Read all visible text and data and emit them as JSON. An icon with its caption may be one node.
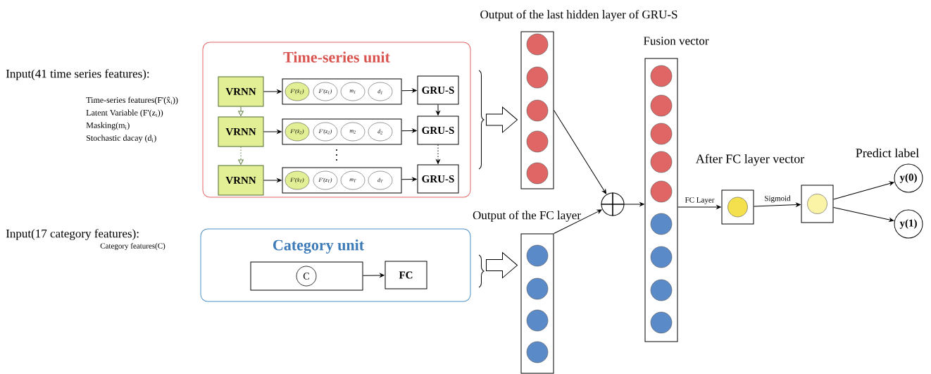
{
  "diagram": {
    "nodes": [
      {
        "text": [
          "Time-series unit"
        ]
      },
      {
        "text": [
          "VRNN"
        ],
        "in": 0
      },
      {
        "text": [],
        "shape": "box",
        "in": 0
      },
      {
        "text": [
          "F'(x̂$_{1}$)"
        ],
        "in": 2
      },
      {
        "text": [
          "F'(z$_{1}$)"
        ],
        "in": 2
      },
      {
        "text": [
          "m$_{1}$"
        ],
        "in": 2
      },
      {
        "text": [
          "d$_{1}$"
        ],
        "in": 2
      },
      {
        "text": [
          "GRU-S"
        ],
        "in": 0
      },
      {
        "text": [
          "VRNN"
        ],
        "in": 0
      },
      {
        "text": [],
        "shape": "box",
        "in": 0
      },
      {
        "text": [
          "F'(x̂$_{2}$)"
        ],
        "in": 9
      },
      {
        "text": [
          "F'(z$_{2}$)"
        ],
        "in": 9
      },
      {
        "text": [
          "m$_{2}$"
        ],
        "in": 9
      },
      {
        "text": [
          "d$_{2}$"
        ],
        "in": 9
      },
      {
        "text": [
          "GRU-S"
        ],
        "in": 0
      },
      {
        "text": [
          "VRNN"
        ],
        "in": 0
      },
      {
        "text": [],
        "shape": "box",
        "in": 0
      },
      {
        "text": [
          "F'(x̂$_{T}$)"
        ],
        "in": 16
      },
      {
        "text": [
          "F'(z$_{T}$)"
        ],
        "in": 16
      },
      {
        "text": [
          "m$_{T}$"
        ],
        "in": 16
      },
      {
        "text": [
          "d$_{T}$"
        ],
        "in": 16
      },
      {
        "text": [
          "GRU-S"
        ],
        "in": 0
      },
      {
        "text": [
          "Category unit"
        ]
      },
      {
        "text": [],
        "shape": "box",
        "in": 22
      },
      {
        "text": [
          "C"
        ],
        "in": 23
      },
      {
        "text": [
          "FC"
        ],
        "in": 22
      },
      {
        "text": [
          "Output of the last hidden layer of GRU-S"
        ]
      },
      {
        "text": [],
        "shape": "circle",
        "in": 26
      },
      {
        "text": [],
        "shape": "circle",
        "in": 26
      },
      {
        "text": [],
        "shape": "circle",
        "in": 26
      },
      {
        "text": [],
        "shape": "circle",
        "in": 26
      },
      {
        "text": [],
        "shape": "circle",
        "in": 26
      },
      {
        "text": [
          "Output of the FC layer"
        ]
      },
      {
        "text": [],
        "shape": "circle",
        "in": 32
      },
      {
        "text": [],
        "shape": "circle",
        "in": 32
      },
      {
        "text": [],
        "shape": "circle",
        "in": 32
      },
      {
        "text": [],
        "shape": "circle",
        "in": 32
      },
      {
        "text": [],
        "shape": "circle"
      },
      {
        "text": [
          "Fusion vector"
        ]
      },
      {
        "text": [],
        "shape": "circle",
        "in": 38
      },
      {
        "text": [],
        "shape": "circle",
        "in": 38
      },
      {
        "text": [],
        "shape": "circle",
        "in": 38
      },
      {
        "text": [],
        "shape": "circle",
        "in": 38
      },
      {
        "text": [],
        "shape": "circle",
        "in": 38
      },
      {
        "text": [],
        "shape": "circle",
        "in": 38
      },
      {
        "text": [],
        "shape": "circle",
        "in": 38
      },
      {
        "text": [],
        "shape": "circle",
        "in": 38
      },
      {
        "text": [],
        "shape": "circle",
        "in": 38
      },
      {
        "text": [
          "After FC layer vector"
        ]
      },
      {
        "text": [],
        "shape": "circle",
        "in": 48
      },
      {
        "text": [],
        "shape": "box"
      },
      {
        "text": [],
        "shape": "circle",
        "in": 50
      },
      {
        "text": [
          "y(0)"
        ],
        "beside": [
          "Predict label"
        ]
      },
      {
        "text": [
          "y(1)"
        ]
      }
    ],
    "edges": [
      {
        "from": 1,
        "to": 2,
        "arrow": "to"
      },
      {
        "from": 2,
        "to": 7,
        "arrow": "to"
      },
      {
        "from": 1,
        "to": 8,
        "arrow": "to",
        "color": "#5e7d3c"
      },
      {
        "from": 7,
        "to": 14,
        "arrow": "to"
      },
      {
        "from": 8,
        "to": 9,
        "arrow": "to"
      },
      {
        "from": 9,
        "to": 14,
        "arrow": "to"
      },
      {
        "from": 8,
        "to": 15,
        "arrow": "to",
        "style": "dashed",
        "color": "#5e7d3c"
      },
      {
        "from": 14,
        "to": 21,
        "arrow": "to",
        "style": "dashed"
      },
      {
        "from": 15,
        "to": 16,
        "arrow": "to"
      },
      {
        "from": 16,
        "to": 21,
        "arrow": "to"
      },
      {
        "from": 23,
        "to": 25,
        "arrow": "to"
      },
      {
        "from": 0,
        "to": 26,
        "arrow": "to",
        "style": "thick"
      },
      {
        "from": 22,
        "to": 32,
        "arrow": "to",
        "style": "thick"
      },
      {
        "from": 26,
        "to": 37,
        "arrow": "to"
      },
      {
        "from": 32,
        "to": 37,
        "arrow": "to"
      },
      {
        "from": 37,
        "to": 38,
        "arrow": "to"
      },
      {
        "from": 38,
        "to": 48,
        "arrow": "to",
        "label": "FC Layer"
      },
      {
        "from": 48,
        "to": 50,
        "arrow": "to",
        "label": "Sigmoid"
      },
      {
        "from": 50,
        "to": 52,
        "arrow": "to"
      },
      {
        "from": 50,
        "to": 53,
        "arrow": "to"
      }
    ],
    "labels": [
      "Input(41 time series features):",
      "Time-series features(F'(x̂$_{i}$))",
      "Latent Variable (F'(z$_{i}$))",
      "Masking(m$_{i}$)",
      "Stochastic dacay (d$_{i}$)",
      "Input(17 category features):",
      "Category features(C)"
    ]
  }
}
